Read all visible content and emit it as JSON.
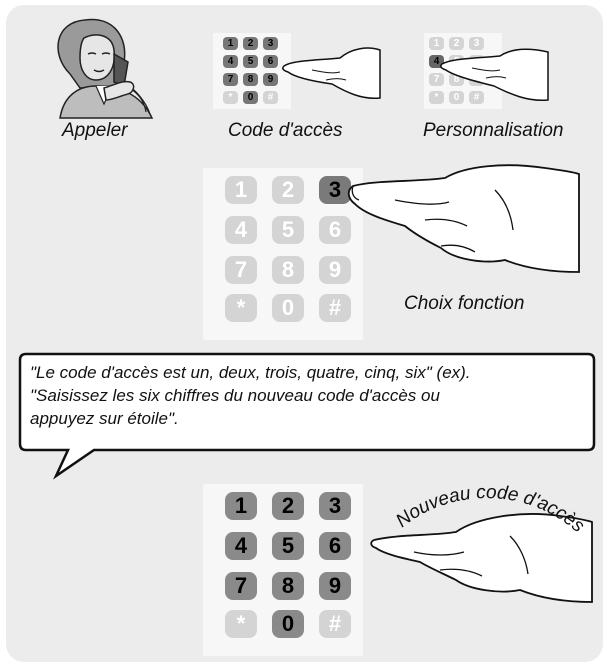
{
  "steps": {
    "call": {
      "label": "Appeler",
      "icon": "person-on-phone-icon"
    },
    "access_code": {
      "label": "Code d'accès",
      "icon": "hand-pressing-keypad-icon"
    },
    "personalisation": {
      "label": "Personnalisation",
      "pressed_key": "4",
      "icon": "hand-pressing-keypad-icon"
    },
    "function_choice": {
      "label": "Choix fonction",
      "pressed_key": "3",
      "icon": "hand-pressing-keypad-icon"
    },
    "new_code": {
      "label": "Nouveau code d'accès",
      "icon": "hand-pressing-keypad-icon"
    }
  },
  "keys": [
    "1",
    "2",
    "3",
    "4",
    "5",
    "6",
    "7",
    "8",
    "9",
    "*",
    "0",
    "#"
  ],
  "speech": {
    "line1": "\"Le code d'accès est un, deux, trois, quatre, cinq, six\" (ex).",
    "line2": "\"Saisissez les six chiffres du nouveau code d'accès ou",
    "line3": " appuyez sur étoile\"."
  },
  "colors": {
    "panel": "#ececec",
    "key_active": "#8a8a8a",
    "key_inactive": "#cfcfcf",
    "key_pressed": "#6a6a6a",
    "text": "#111111"
  }
}
